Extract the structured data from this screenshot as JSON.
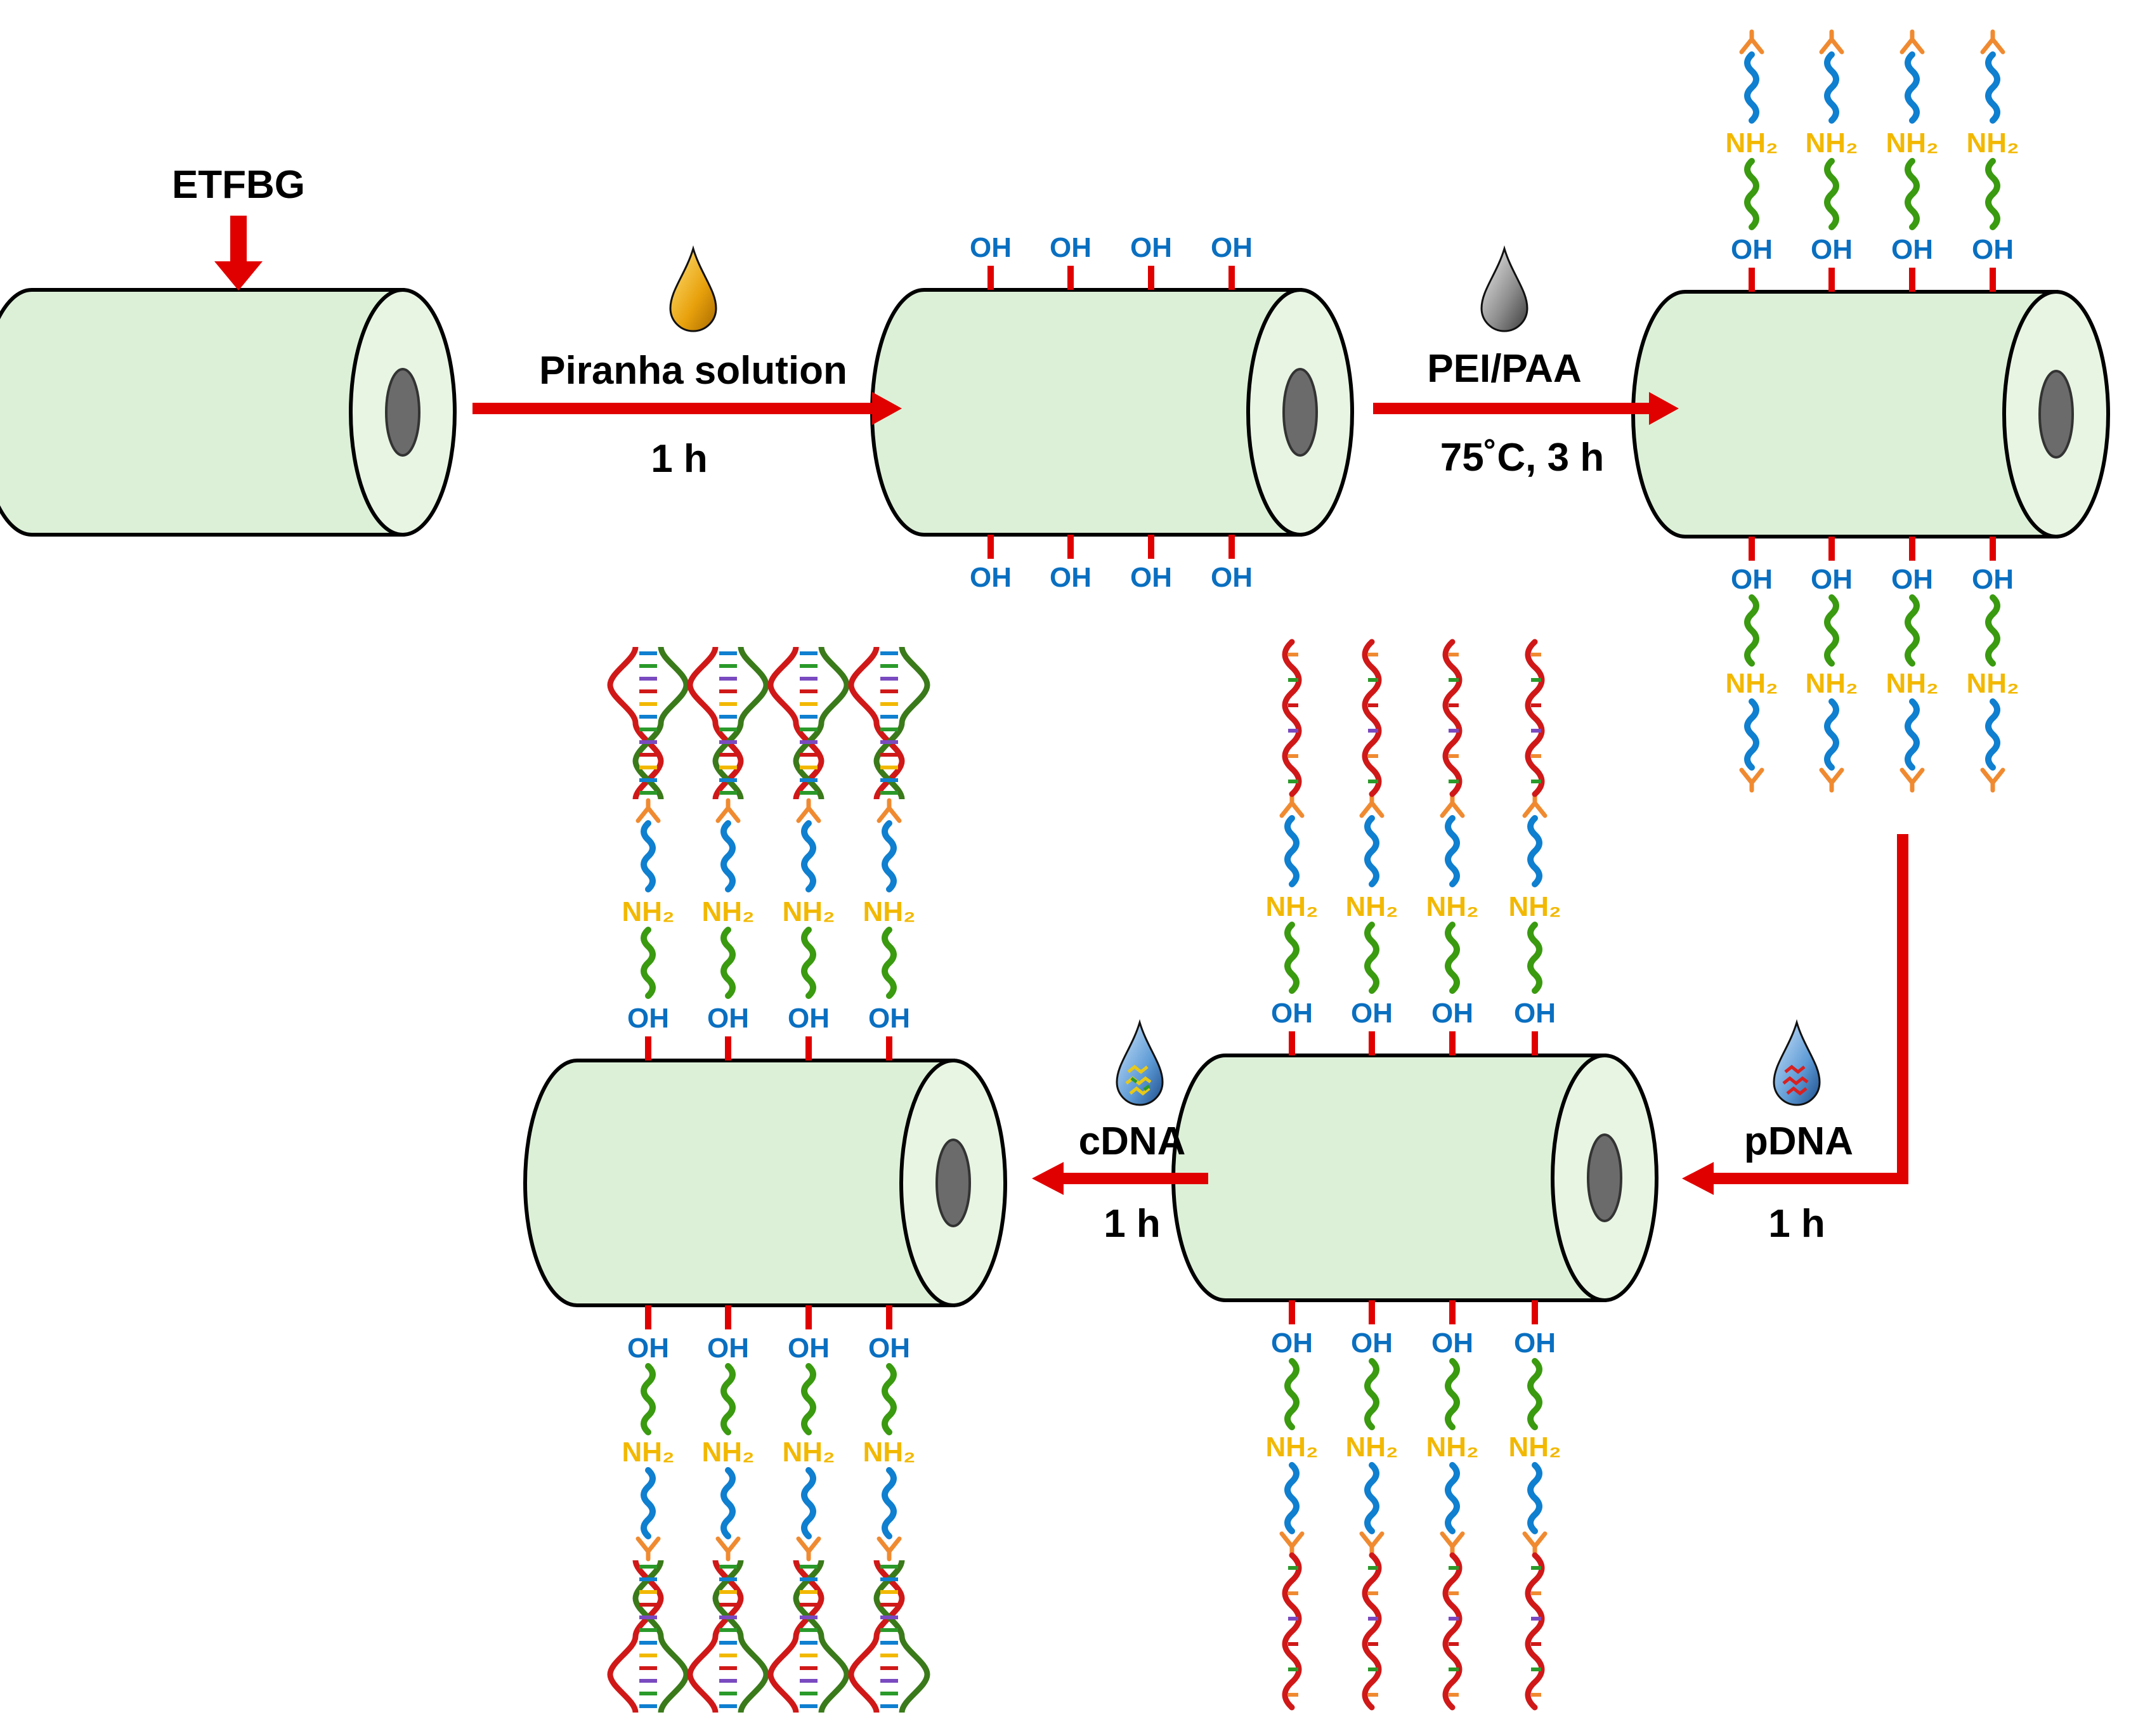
{
  "colors": {
    "cylinder_fill": "#dcf0d8",
    "cylinder_end_fill": "#e8f5e3",
    "hole": "#6b6b6b",
    "arrow": "#e00000",
    "tick": "#e00000",
    "oh_text": "#0a6fc0",
    "nh2_text": "#f2b800",
    "linker_green": "#3a9a10",
    "linker_blue": "#0f7fd0",
    "cap_orange": "#f08a30",
    "dna_red": "#d01818",
    "piranha_drop": "#e0a010",
    "pei_drop": "#8c8c8c",
    "dna_drop": "#4a88c8"
  },
  "labels": {
    "fiber": "ETFBG",
    "step1_reagent": "Piranha solution",
    "step1_time": "1 h",
    "step2_reagent": "PEI/PAA",
    "step2_time": "75˚C, 3 h",
    "step3_reagent": "pDNA",
    "step3_time": "1 h",
    "step4_reagent": "cDNA",
    "step4_time": "1 h",
    "hydroxyl": "OH",
    "amine": "NH₂"
  },
  "icons": {
    "piranha": "orange-droplet-icon",
    "pei": "gray-droplet-icon",
    "pdna": "dna-droplet-icon",
    "cdna": "dna-droplet-icon",
    "probe_strand": "single-strand-dna-icon",
    "hybridized_strand": "double-helix-dna-icon"
  },
  "stages": [
    {
      "id": "bare-fiber",
      "hydroxyl": false,
      "chains": "none"
    },
    {
      "id": "hydroxylated-fiber",
      "hydroxyl": true,
      "chains": "none"
    },
    {
      "id": "polymer-coated-fiber",
      "hydroxyl": true,
      "chains": "linker"
    },
    {
      "id": "probe-immobilized-fiber",
      "hydroxyl": true,
      "chains": "ssdna"
    },
    {
      "id": "hybridized-fiber",
      "hydroxyl": true,
      "chains": "dsdna"
    }
  ]
}
